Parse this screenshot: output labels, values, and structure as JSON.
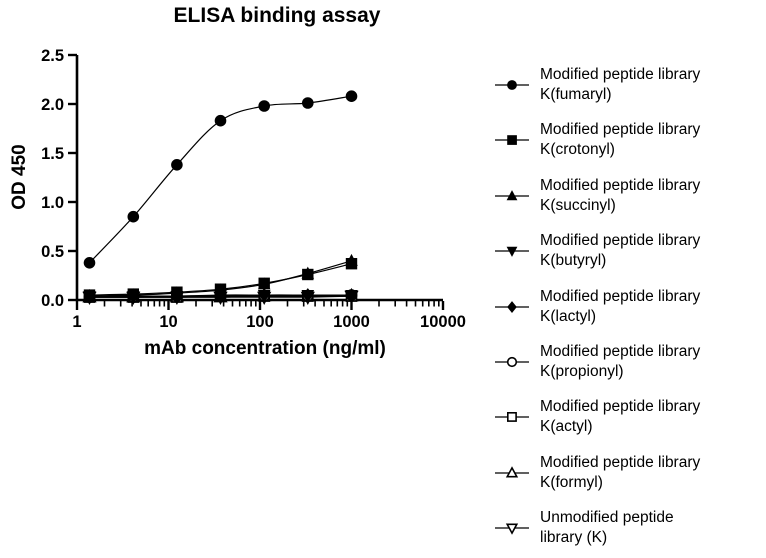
{
  "chart_data": {
    "type": "line",
    "title": "ELISA binding assay",
    "xlabel": "mAb concentration (ng/ml)",
    "ylabel": "OD 450",
    "x_scale": "log10",
    "xlim": [
      1,
      10000
    ],
    "ylim": [
      0,
      2.5
    ],
    "grid": false,
    "legend_position": "right",
    "x_tick_labels": [
      "1",
      "10",
      "100",
      "1000",
      "10000"
    ],
    "y_tick_labels": [
      "0.0",
      "0.5",
      "1.0",
      "1.5",
      "2.0",
      "2.5"
    ],
    "y_ticks": [
      0,
      0.5,
      1.0,
      1.5,
      2.0,
      2.5
    ],
    "x": [
      1.37,
      4.12,
      12.35,
      37.04,
      111.1,
      333.3,
      1000
    ],
    "series": [
      {
        "key": "fumaryl",
        "name": "Modified peptide library K(fumaryl)",
        "marker": "circle-filled",
        "values": [
          0.38,
          0.85,
          1.38,
          1.83,
          1.98,
          2.01,
          2.08
        ]
      },
      {
        "key": "crotonyl",
        "name": "Modified peptide library K(crotonyl)",
        "marker": "square-filled",
        "values": [
          0.05,
          0.06,
          0.08,
          0.11,
          0.17,
          0.26,
          0.37
        ]
      },
      {
        "key": "succinyl",
        "name": "Modified peptide library K(succinyl)",
        "marker": "triangle-up-filled",
        "values": [
          0.04,
          0.05,
          0.07,
          0.1,
          0.16,
          0.27,
          0.4
        ]
      },
      {
        "key": "butyryl",
        "name": "Modified peptide library K(butyryl)",
        "marker": "triangle-down-filled",
        "values": [
          0.04,
          0.04,
          0.04,
          0.05,
          0.05,
          0.05,
          0.05
        ]
      },
      {
        "key": "lactyl",
        "name": "Modified peptide library K(lactyl)",
        "marker": "diamond-filled",
        "values": [
          0.04,
          0.04,
          0.04,
          0.04,
          0.05,
          0.05,
          0.05
        ]
      },
      {
        "key": "propionyl",
        "name": "Modified peptide library K(propionyl)",
        "marker": "circle-open",
        "values": [
          0.03,
          0.03,
          0.04,
          0.04,
          0.04,
          0.04,
          0.05
        ]
      },
      {
        "key": "actyl",
        "name": "Modified peptide library K(actyl)",
        "marker": "square-open",
        "values": [
          0.03,
          0.03,
          0.03,
          0.04,
          0.04,
          0.04,
          0.04
        ]
      },
      {
        "key": "formyl",
        "name": "Modified peptide library K(formyl)",
        "marker": "triangle-up-open",
        "values": [
          0.03,
          0.03,
          0.03,
          0.03,
          0.04,
          0.04,
          0.04
        ]
      },
      {
        "key": "unmodified",
        "name": "Unmodified peptide library (K)",
        "marker": "triangle-down-open",
        "values": [
          0.03,
          0.03,
          0.03,
          0.03,
          0.03,
          0.03,
          0.04
        ]
      }
    ],
    "colors": {
      "foreground": "#000000",
      "background": "#ffffff"
    }
  },
  "legend": {
    "items": [
      {
        "key": "fumaryl",
        "marker": "circle-filled",
        "lines": [
          "Modified peptide library",
          "K(fumaryl)"
        ]
      },
      {
        "key": "crotonyl",
        "marker": "square-filled",
        "lines": [
          "Modified peptide library",
          "K(crotonyl)"
        ]
      },
      {
        "key": "succinyl",
        "marker": "triangle-up-filled",
        "lines": [
          "Modified peptide library",
          "K(succinyl)"
        ]
      },
      {
        "key": "butyryl",
        "marker": "triangle-down-filled",
        "lines": [
          "Modified peptide library",
          "K(butyryl)"
        ]
      },
      {
        "key": "lactyl",
        "marker": "diamond-filled",
        "lines": [
          "Modified peptide library",
          "K(lactyl)"
        ]
      },
      {
        "key": "propionyl",
        "marker": "circle-open",
        "lines": [
          "Modified peptide library",
          "K(propionyl)"
        ]
      },
      {
        "key": "actyl",
        "marker": "square-open",
        "lines": [
          "Modified peptide library",
          "K(actyl)"
        ]
      },
      {
        "key": "formyl",
        "marker": "triangle-up-open",
        "lines": [
          "Modified peptide library",
          "K(formyl)"
        ]
      },
      {
        "key": "unmodified",
        "marker": "triangle-down-open",
        "lines": [
          "Unmodified peptide",
          "library (K)"
        ]
      }
    ]
  }
}
